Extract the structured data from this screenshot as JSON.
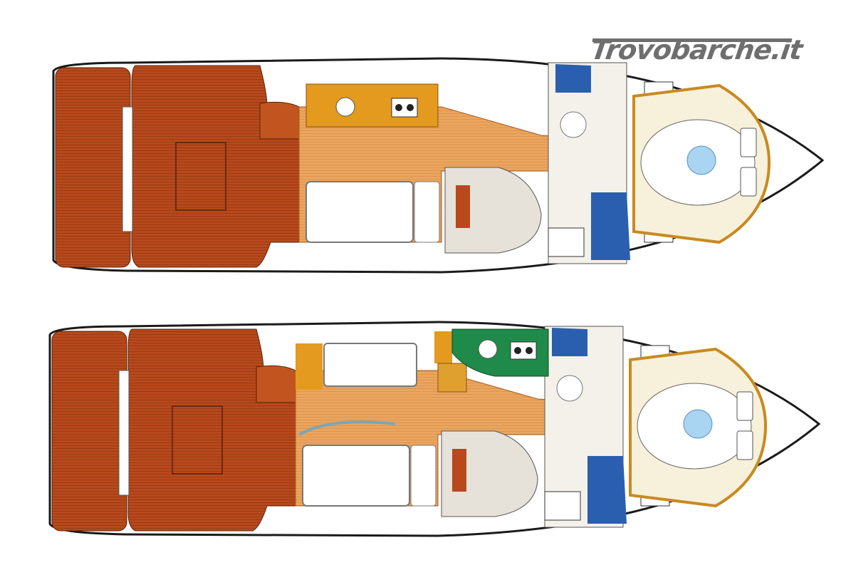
{
  "watermark": {
    "text": "Trovobarche.it"
  },
  "plans": [
    {
      "name": "layout-version-a",
      "galley_color": "#e39a1e"
    },
    {
      "name": "layout-version-b",
      "galley_color": "#1f8a4a"
    }
  ],
  "colors": {
    "teak": "#b8491c",
    "floor": "#e8a25a",
    "head": "#2a5fb0",
    "hull": "#1a1a1a"
  }
}
